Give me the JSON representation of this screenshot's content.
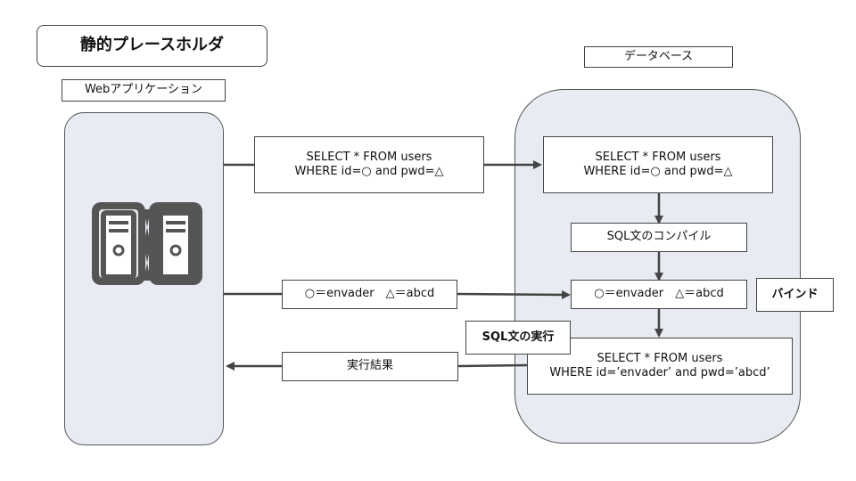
{
  "title": "静的プレースホルダ",
  "webapp_label": "Webアプリケーション",
  "database_label": "データベース",
  "server_icon_name": "server-icon",
  "query_template": {
    "line1": "SELECT * FROM users",
    "line2": "WHERE id=○ and pwd=△"
  },
  "db_query_template": {
    "line1": "SELECT * FROM users",
    "line2": "WHERE id=○ and pwd=△"
  },
  "compile_label": "SQL文のコンパイル",
  "params_sent": "○＝envader　△＝abcd",
  "params_bound": "○＝envader　△＝abcd",
  "bind_label": "バインド",
  "execute_label": "SQL文の実行",
  "final_query": {
    "line1": "SELECT * FROM users",
    "line2": "WHERE id=’envader’ and pwd=’abcd’"
  },
  "result_label": "実行結果",
  "colors": {
    "panel_fill": "#e8ebf1",
    "arrow": "#444444",
    "icon": "#555555"
  }
}
